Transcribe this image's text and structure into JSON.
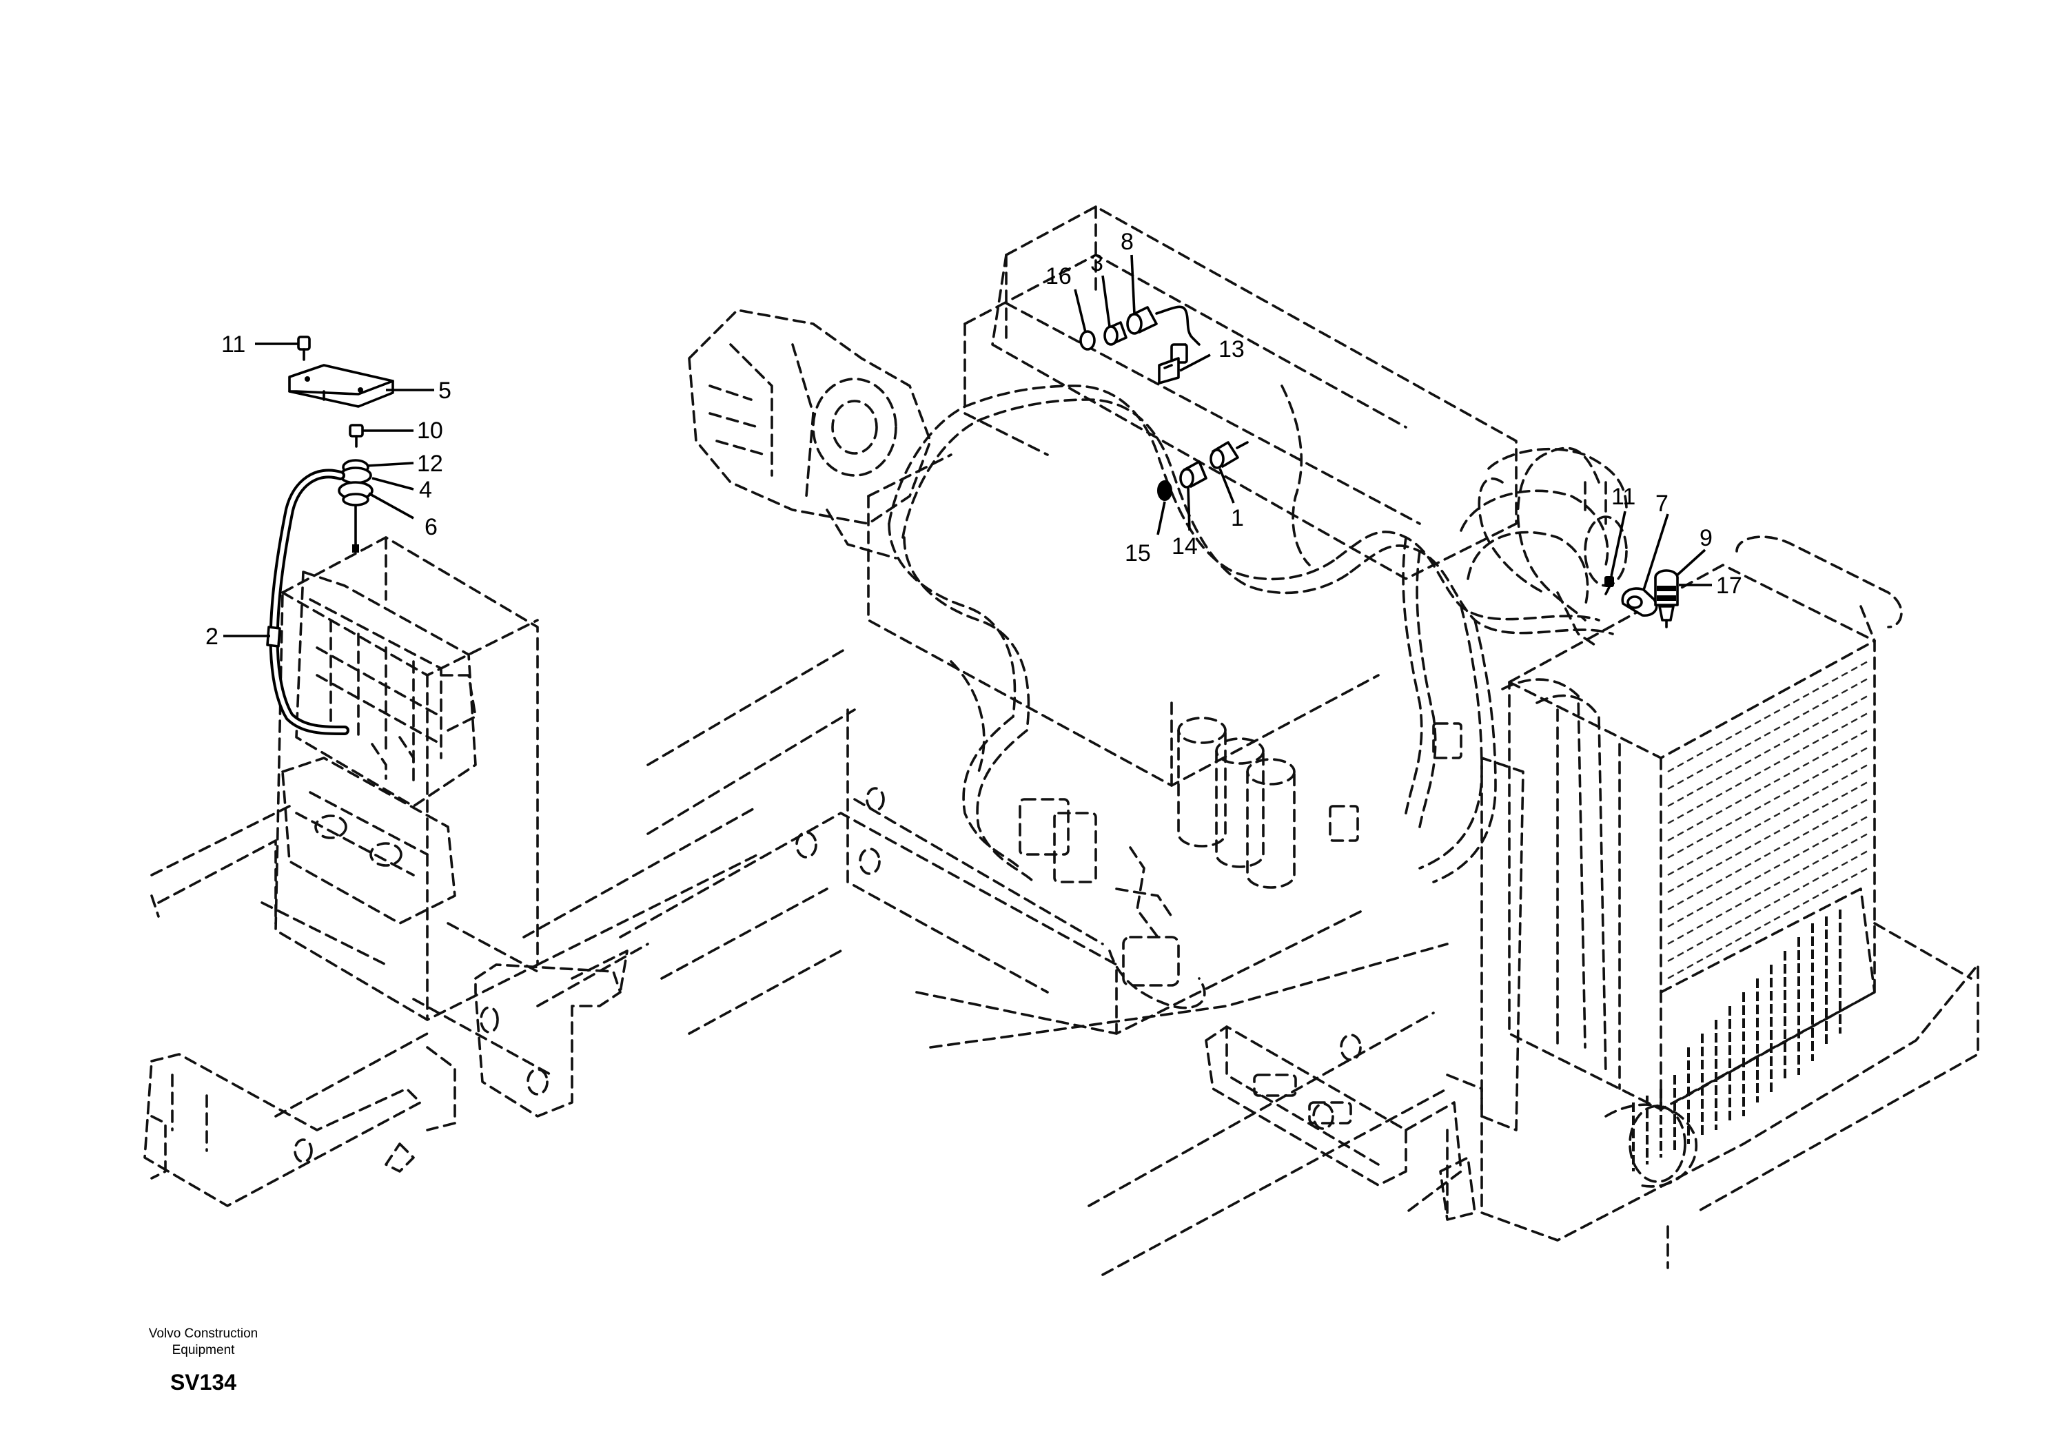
{
  "callouts": [
    {
      "id": "c11a",
      "label": "11"
    },
    {
      "id": "c5",
      "label": "5"
    },
    {
      "id": "c10",
      "label": "10"
    },
    {
      "id": "c12",
      "label": "12"
    },
    {
      "id": "c4",
      "label": "4"
    },
    {
      "id": "c6",
      "label": "6"
    },
    {
      "id": "c2",
      "label": "2"
    },
    {
      "id": "c16",
      "label": "16"
    },
    {
      "id": "c3",
      "label": "3"
    },
    {
      "id": "c8",
      "label": "8"
    },
    {
      "id": "c13",
      "label": "13"
    },
    {
      "id": "c1",
      "label": "1"
    },
    {
      "id": "c14",
      "label": "14"
    },
    {
      "id": "c15",
      "label": "15"
    },
    {
      "id": "c11b",
      "label": "11"
    },
    {
      "id": "c7",
      "label": "7"
    },
    {
      "id": "c9",
      "label": "9"
    },
    {
      "id": "c17",
      "label": "17"
    }
  ],
  "footer": {
    "company_line1": "Volvo Construction",
    "company_line2": "Equipment",
    "code": "SV134"
  }
}
